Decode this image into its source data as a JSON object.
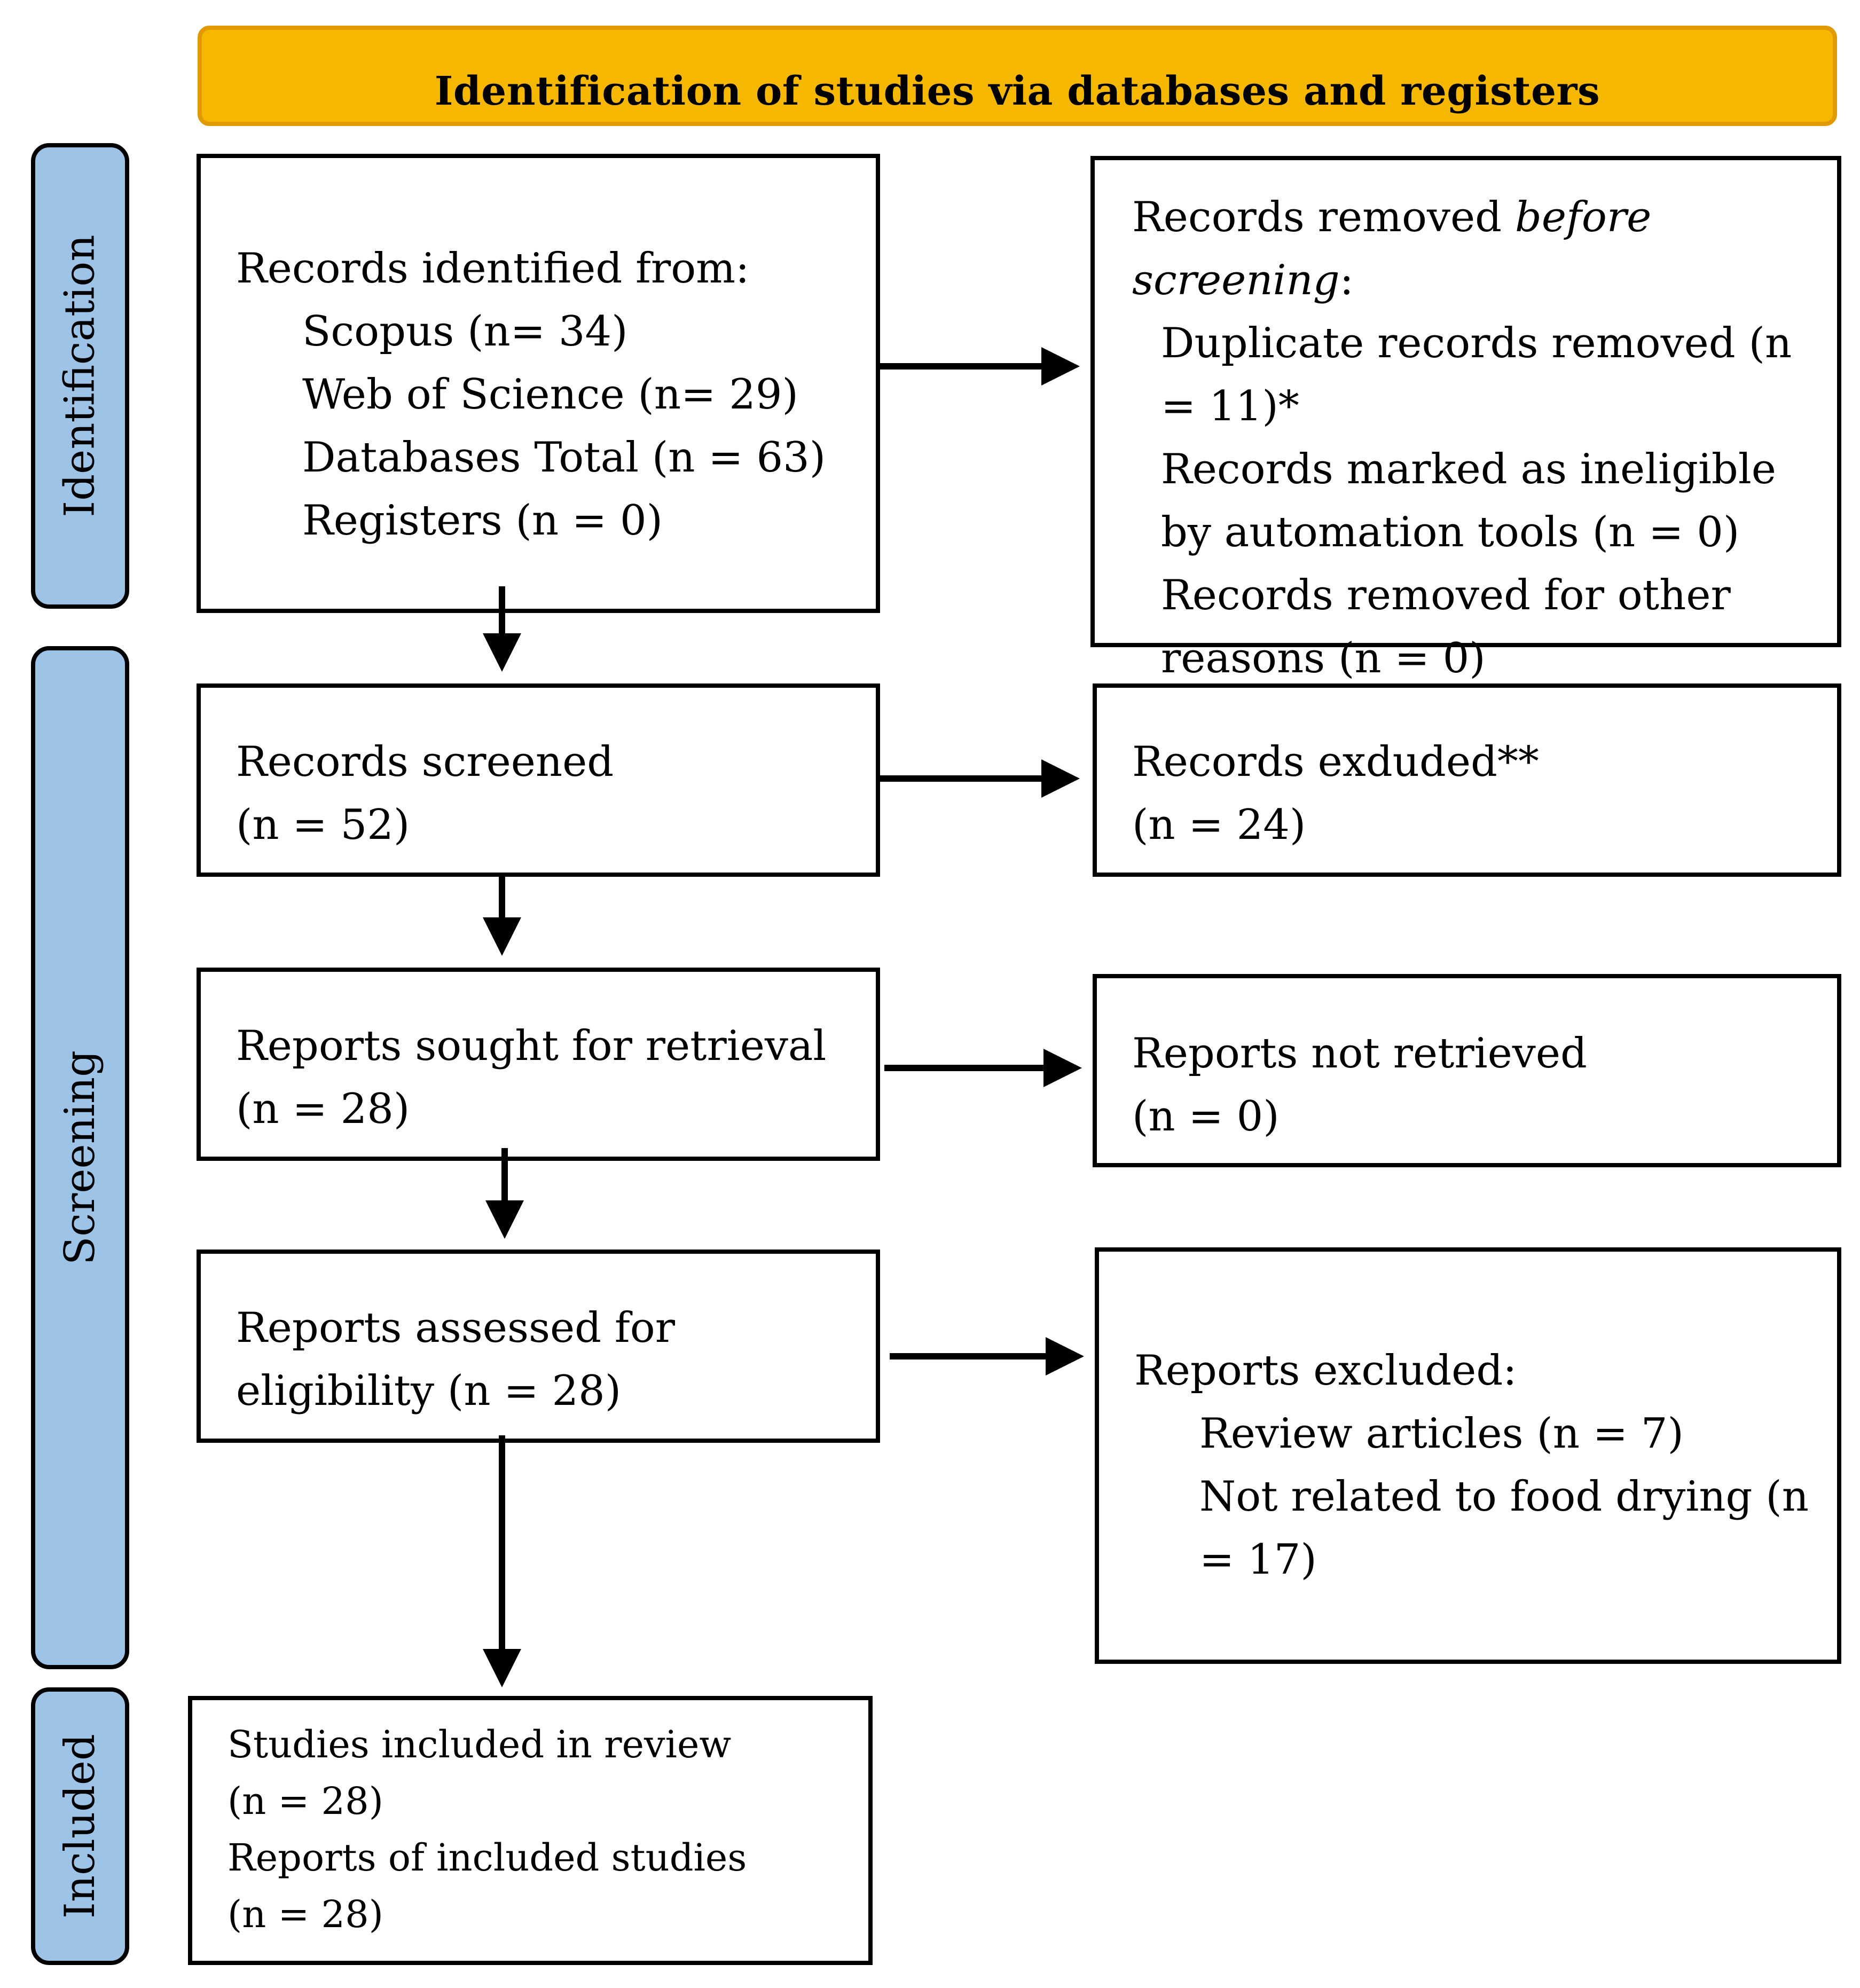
{
  "header": {
    "title": "Identification of studies via databases and registers"
  },
  "phases": {
    "identification": "Identification",
    "screening": "Screening",
    "included": "Included"
  },
  "records_identified": {
    "heading": "Records identified from:",
    "scopus": "Scopus (n= 34)",
    "wos": "Web of Science (n= 29)",
    "db_total": "Databases Total (n = 63)",
    "registers": "Registers (n = 0)"
  },
  "records_removed": {
    "heading_prefix": "Records removed ",
    "heading_italic": "before screening",
    "heading_suffix": ":",
    "duplicates_line1": "Duplicate records removed  (n",
    "duplicates_line2": "= 11)*",
    "automation_line1": "Records marked as ineligible",
    "automation_line2": "by automation tools (n = 0)",
    "other_line1": "Records removed for other",
    "other_line2": "reasons (n = 0)"
  },
  "records_screened": {
    "label": "Records screened",
    "count": "(n = 52)"
  },
  "records_excluded": {
    "label": "Records exduded**",
    "count": "(n = 24)"
  },
  "reports_sought": {
    "label": "Reports sought for retrieval",
    "count": "(n = 28)"
  },
  "reports_not_retrieved": {
    "label": "Reports not retrieved",
    "count": "(n = 0)"
  },
  "reports_assessed": {
    "line1": "Reports assessed for",
    "line2": "eligibility (n = 28)"
  },
  "reports_excluded": {
    "heading": "Reports excluded:",
    "review": "Review articles (n = 7)",
    "not_related_line1": "Not related to food drying (n",
    "not_related_line2": "= 17)"
  },
  "included": {
    "studies_label": "Studies included in review",
    "studies_count": "(n = 28)",
    "reports_label": "Reports of included studies",
    "reports_count": "(n = 28)"
  }
}
